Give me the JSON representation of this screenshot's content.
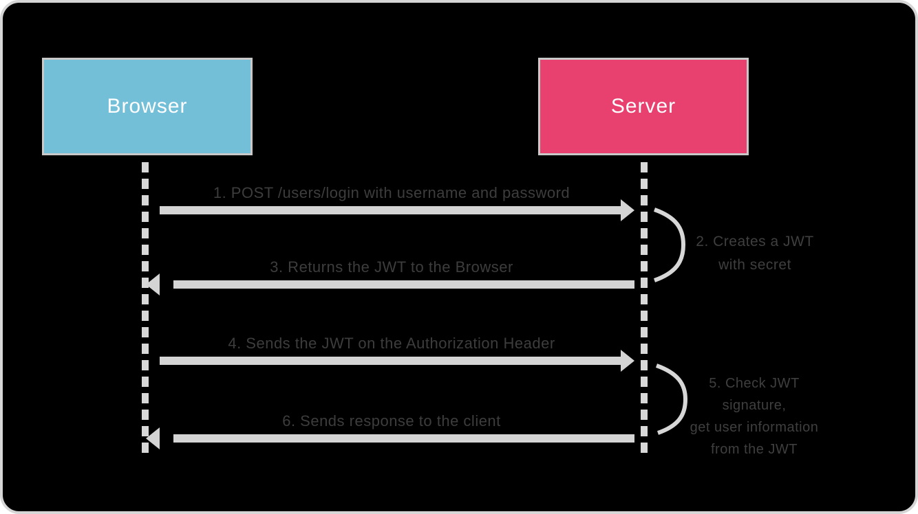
{
  "actors": {
    "browser": {
      "label": "Browser",
      "color": "#73bfd8"
    },
    "server": {
      "label": "Server",
      "color": "#e8406f"
    }
  },
  "messages": [
    {
      "label": "1. POST /users/login with username and password",
      "from": "browser",
      "to": "server"
    },
    {
      "label": "3. Returns the JWT to the Browser",
      "from": "server",
      "to": "browser"
    },
    {
      "label": "4. Sends the JWT on the Authorization Header",
      "from": "browser",
      "to": "server"
    },
    {
      "label": "6. Sends response to the client",
      "from": "server",
      "to": "browser"
    }
  ],
  "notes": [
    {
      "attached_to": "server",
      "lines": [
        "2. Creates a JWT",
        "with secret"
      ]
    },
    {
      "attached_to": "server",
      "lines": [
        "5. Check JWT signature,",
        "get user information",
        "from the JWT"
      ]
    }
  ],
  "colors": {
    "background": "#000000",
    "frame_border": "#d6d6d6",
    "line_gray": "#d4d4d4",
    "label_text": "#3d3d3d",
    "actor_text": "#ffffff"
  }
}
